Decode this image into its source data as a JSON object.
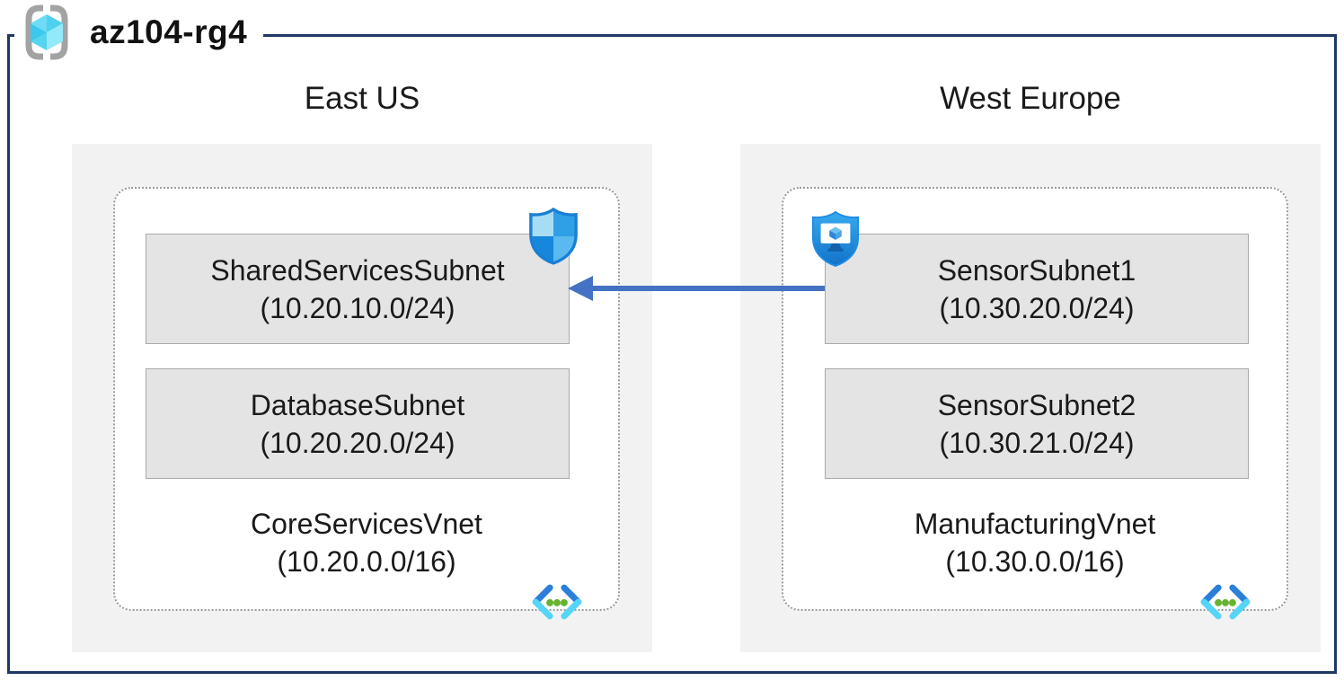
{
  "resource_group": {
    "title": "az104-rg4",
    "icon": "resource-group-icon"
  },
  "regions": [
    {
      "label": "East US",
      "vnet": {
        "name": "CoreServicesVnet",
        "cidr": "(10.20.0.0/16)",
        "icon": "virtual-network-icon"
      },
      "subnets": [
        {
          "name": "SharedServicesSubnet",
          "cidr": "(10.20.10.0/24)",
          "badge_icon": "network-security-group-icon"
        },
        {
          "name": "DatabaseSubnet",
          "cidr": "(10.20.20.0/24)",
          "badge_icon": ""
        }
      ]
    },
    {
      "label": "West Europe",
      "vnet": {
        "name": "ManufacturingVnet",
        "cidr": "(10.30.0.0/16)",
        "icon": "virtual-network-icon"
      },
      "subnets": [
        {
          "name": "SensorSubnet1",
          "cidr": "(10.30.20.0/24)",
          "badge_icon": "application-security-group-icon"
        },
        {
          "name": "SensorSubnet2",
          "cidr": "(10.30.21.0/24)",
          "badge_icon": ""
        }
      ]
    }
  ],
  "connection": {
    "from": "SensorSubnet1",
    "to": "SharedServicesSubnet",
    "direction": "right-to-left",
    "color": "#4472c4"
  },
  "colors": {
    "frame_border": "#1f3864",
    "region_background": "#f2f2f2",
    "vnet_dotted_border": "#9a9a9a",
    "subnet_background": "#e4e4e4",
    "subnet_border": "#a9a9a9",
    "arrow_blue": "#4472c4",
    "azure_blue": "#1e8ce4",
    "azure_cyan": "#50d5f5",
    "vnet_dot_green": "#66b32e",
    "bracket_gray": "#a3a3a3"
  }
}
